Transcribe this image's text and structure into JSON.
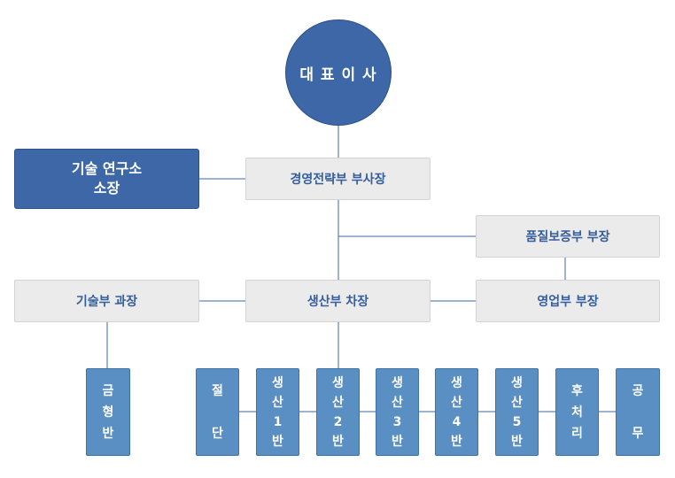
{
  "ceo": "대 표 이 사",
  "research": {
    "line1": "기술 연구소",
    "line2": "소장"
  },
  "strategy": "경영전략부 부사장",
  "quality": "품질보증부 부장",
  "tech": "기술부 과장",
  "production": "생산부 차장",
  "sales": "영업부 부장",
  "teams": [
    [
      "금",
      "형",
      "반"
    ],
    [
      "절",
      "",
      "단"
    ],
    [
      "생",
      "산",
      "1",
      "반"
    ],
    [
      "생",
      "산",
      "2",
      "반"
    ],
    [
      "생",
      "산",
      "3",
      "반"
    ],
    [
      "생",
      "산",
      "4",
      "반"
    ],
    [
      "생",
      "산",
      "5",
      "반"
    ],
    [
      "후",
      "처",
      "리"
    ],
    [
      "공",
      "",
      "무"
    ]
  ]
}
